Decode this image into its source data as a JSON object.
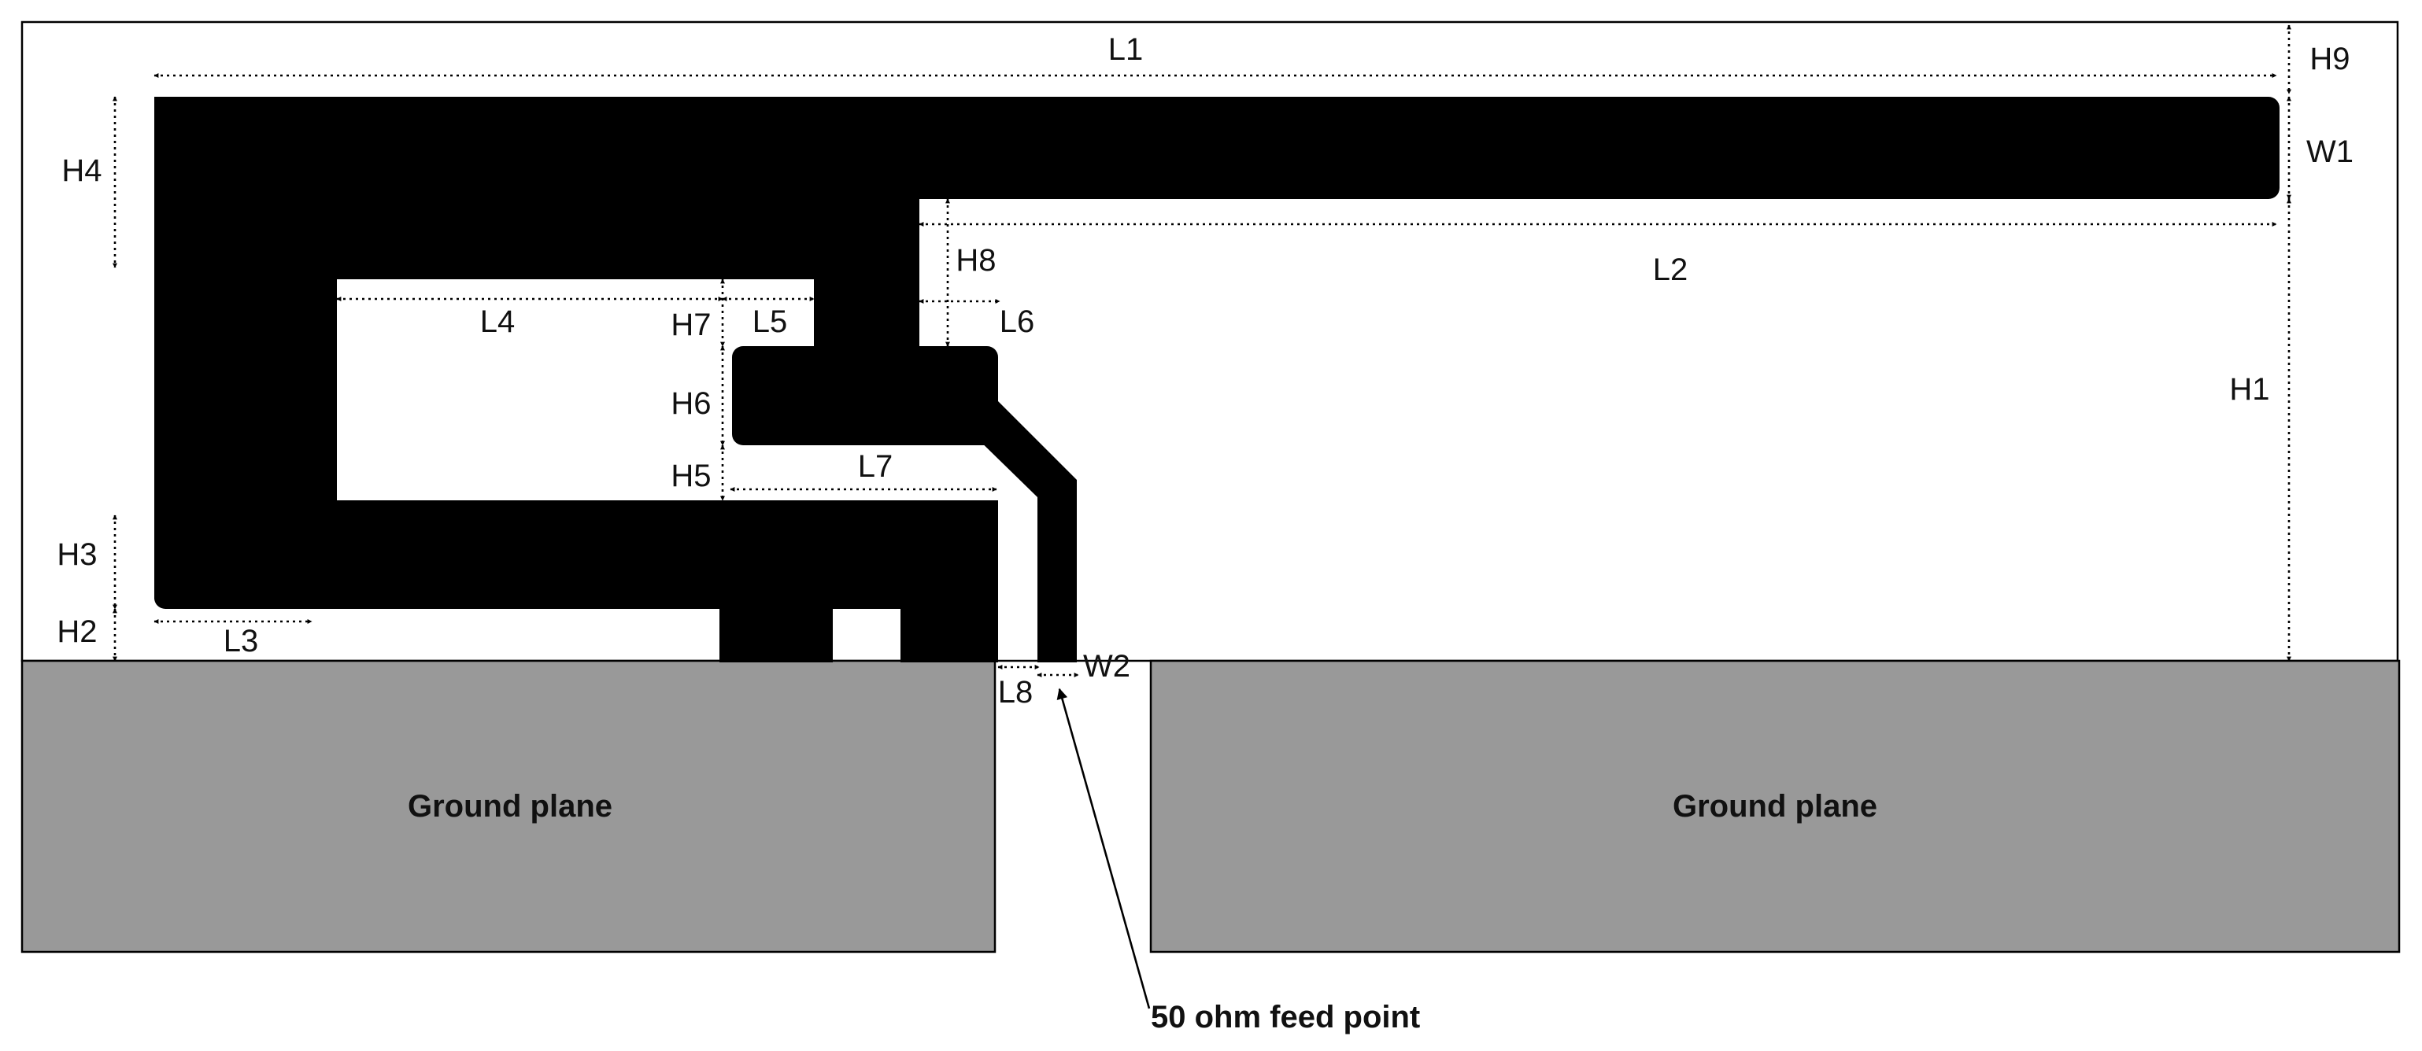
{
  "diagram": {
    "ground_plane_left_label": "Ground plane",
    "ground_plane_right_label": "Ground plane",
    "feed_label": "50 ohm feed point",
    "dimensions": {
      "L1": "L1",
      "L2": "L2",
      "L3": "L3",
      "L4": "L4",
      "L5": "L5",
      "L6": "L6",
      "L7": "L7",
      "L8": "L8",
      "H1": "H1",
      "H2": "H2",
      "H3": "H3",
      "H4": "H4",
      "H5": "H5",
      "H6": "H6",
      "H7": "H7",
      "H8": "H8",
      "H9": "H9",
      "W1": "W1",
      "W2": "W2"
    },
    "colors": {
      "antenna": "#000000",
      "ground_plane": "#999999",
      "outline": "#000000",
      "background": "#ffffff"
    }
  }
}
